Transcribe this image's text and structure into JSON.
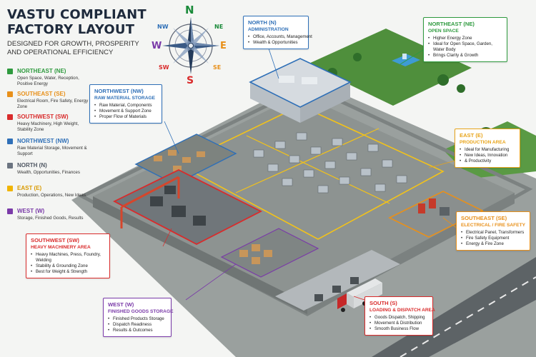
{
  "title": {
    "line1": "VASTU COMPLIANT",
    "line2": "FACTORY LAYOUT",
    "subtitle_line1": "DESIGNED FOR GROWTH, PROSPERITY",
    "subtitle_line2": "AND OPERATIONAL EFFICIENCY"
  },
  "compass": {
    "n": "N",
    "s": "S",
    "e": "E",
    "w": "W",
    "ne": "NE",
    "nw": "NW",
    "se": "SE",
    "sw": "SW",
    "colors": {
      "n": "#1a8a3a",
      "s": "#d92b2b",
      "e": "#e8901a",
      "w": "#7a3aa8",
      "ne": "#1a8a3a",
      "nw": "#2e6fb7",
      "se": "#e8901a",
      "sw": "#d92b2b"
    }
  },
  "legend": [
    {
      "heading": "NORTHEAST (NE)",
      "desc": "Open Space, Water, Reception, Positive Energy",
      "color": "#2e9a3e"
    },
    {
      "heading": "SOUTHEAST (SE)",
      "desc": "Electrical Room, Fire Safety, Energy Zone",
      "color": "#e8901a"
    },
    {
      "heading": "SOUTHWEST (SW)",
      "desc": "Heavy Machinery, High Weight, Stability Zone",
      "color": "#d92b2b"
    },
    {
      "heading": "NORTHWEST (NW)",
      "desc": "Raw Material Storage, Movement & Support",
      "color": "#2e6fb7"
    },
    {
      "heading": "NORTH (N)",
      "desc": "Wealth, Opportunities, Finances",
      "color": "#6b7480"
    },
    {
      "heading": "EAST (E)",
      "desc": "Production, Operations, New Ideas",
      "color": "#f0b400"
    },
    {
      "heading": "WEST (W)",
      "desc": "Storage, Finished Goods, Results",
      "color": "#7a3aa8"
    }
  ],
  "callouts": {
    "north": {
      "title": "NORTH (N)",
      "subtitle": "ADMINISTRATION",
      "items": [
        "Office, Accounts, Management",
        "Wealth & Opportunities"
      ],
      "color": "#2e6fb7"
    },
    "northeast": {
      "title": "NORTHEAST (NE)",
      "subtitle": "OPEN SPACE",
      "items": [
        "Higher Energy Zone",
        "Ideal for Open Space, Garden, Water Body",
        "Brings Clarity & Growth"
      ],
      "color": "#2e9a3e"
    },
    "northwest": {
      "title": "NORTHWEST (NW)",
      "subtitle": "RAW MATERIAL STORAGE",
      "items": [
        "Raw Material, Components",
        "Movement & Support Zone",
        "Proper Flow of Materials"
      ],
      "color": "#2e6fb7"
    },
    "east": {
      "title": "EAST (E)",
      "subtitle": "PRODUCTION AREA",
      "items": [
        "Ideal for Manufacturing",
        "New Ideas, Innovation",
        "& Productivity"
      ],
      "color": "#e8a41a"
    },
    "southeast": {
      "title": "SOUTHEAST (SE)",
      "subtitle": "ELECTRICAL / FIRE SAFETY",
      "items": [
        "Electrical Panel, Transformers",
        "Fire Safety Equipment",
        "Energy & Fire Zone"
      ],
      "color": "#e8901a"
    },
    "southwest": {
      "title": "SOUTHWEST (SW)",
      "subtitle": "HEAVY MACHINERY AREA",
      "items": [
        "Heavy Machines, Press, Foundry, Welding",
        "Stability & Grounding Zone",
        "Best for Weight & Strength"
      ],
      "color": "#d92b2b"
    },
    "west": {
      "title": "WEST (W)",
      "subtitle": "FINISHED GOODS STORAGE",
      "items": [
        "Finished Products Storage",
        "Dispatch Readiness",
        "Results & Outcomes"
      ],
      "color": "#7a3aa8"
    },
    "south": {
      "title": "SOUTH (S)",
      "subtitle": "LOADING & DISPATCH AREA",
      "items": [
        "Goods Dispatch, Shipping",
        "Movement & Distribution",
        "Smooth Business Flow"
      ],
      "color": "#d92b2b"
    }
  }
}
